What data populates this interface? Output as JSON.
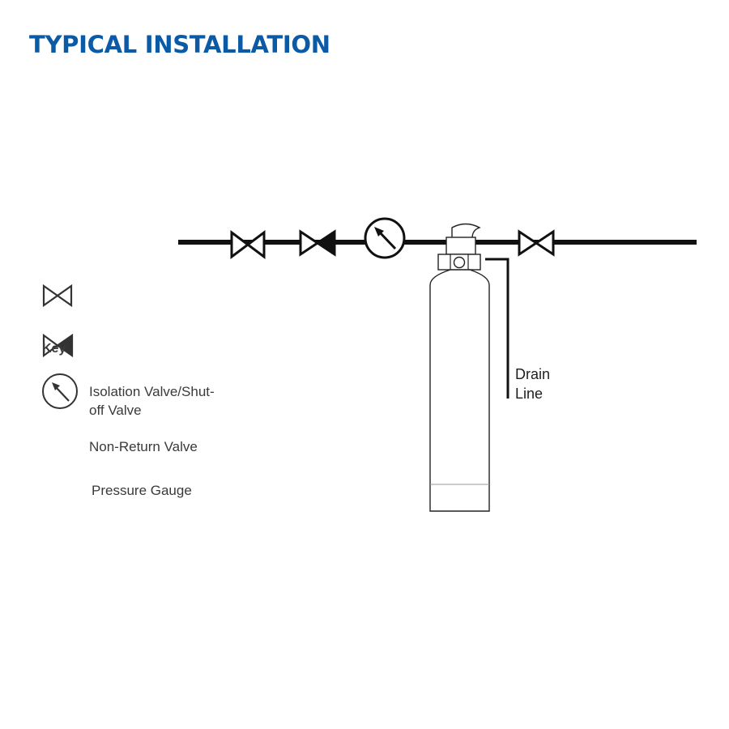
{
  "title": "TYPICAL INSTALLATION",
  "colors": {
    "title": "#0b5aa6",
    "line": "#111111",
    "legend_text": "#3a3a3a"
  },
  "legend": {
    "key": "Key",
    "isolation_valve_line1": "Isolation Valve/Shut-",
    "isolation_valve_line2": "off Valve",
    "non_return_valve": "Non-Return Valve",
    "pressure_gauge": "Pressure Gauge"
  },
  "labels": {
    "drain_line_1": "Drain",
    "drain_line_2": "Line"
  },
  "icons": {
    "isolation_valve": "bowtie-valve-icon",
    "non_return_valve": "check-valve-icon",
    "pressure_gauge": "gauge-icon",
    "filter_vessel": "pressure-vessel-icon"
  }
}
